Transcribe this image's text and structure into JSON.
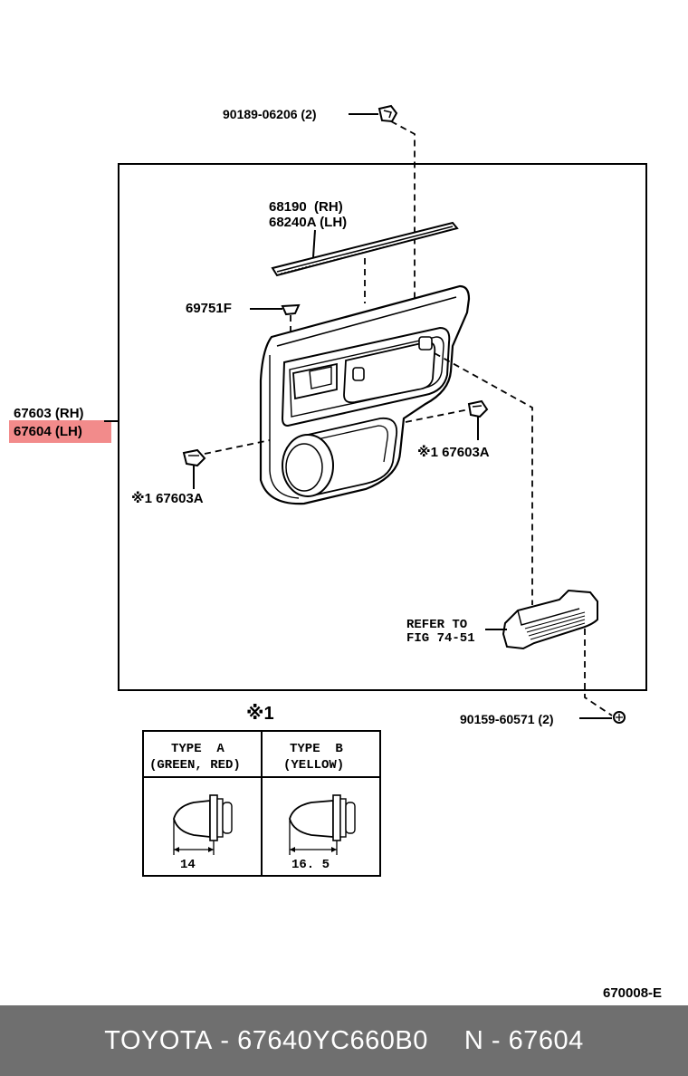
{
  "labels": {
    "screw_top": "90189-06206 (2)",
    "weatherstrip_rh": "68190  (RH)",
    "weatherstrip_lh": "68240A (LH)",
    "clip_69751f": "69751F",
    "trim_rh": "67603 (RH)",
    "trim_lh": "67604 (LH)",
    "clip_left": "※1 67603A",
    "clip_right": "※1 67603A",
    "refer_line1": "REFER TO",
    "refer_line2": "FIG 74-51",
    "screw_bottom": "90159-60571 (2)",
    "note_mark": "※1",
    "diagram_code": "670008-E"
  },
  "type_table": {
    "type_a": {
      "title": "TYPE  A",
      "subtitle": "(GREEN, RED)",
      "dimension": "14"
    },
    "type_b": {
      "title": "TYPE  B",
      "subtitle": "(YELLOW)",
      "dimension": "16. 5"
    }
  },
  "highlight_color": "#f28b8b",
  "footer": {
    "brand": "TOYOTA",
    "part_number": "67640YC660B0",
    "ref": "N - 67604"
  }
}
